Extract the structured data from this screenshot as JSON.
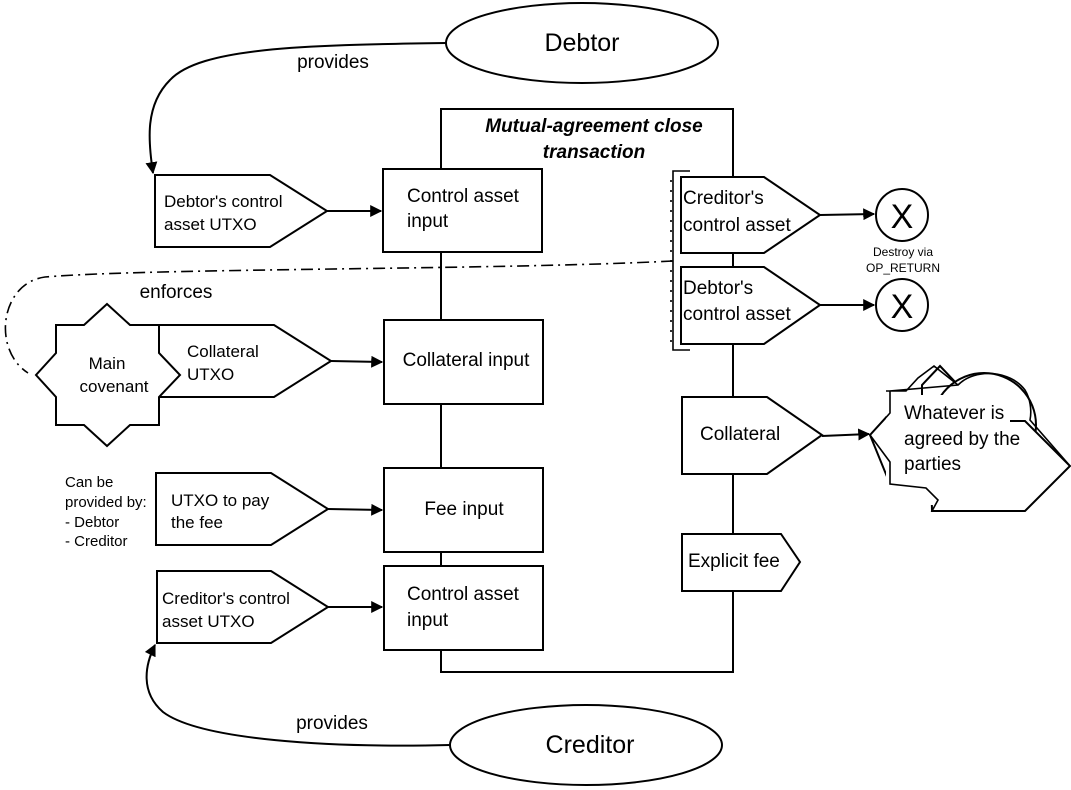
{
  "actors": {
    "debtor": "Debtor",
    "creditor": "Creditor",
    "debtor_edge_label": "provides",
    "creditor_edge_label": "provides"
  },
  "transaction": {
    "title_line1": "Mutual-agreement close",
    "title_line2": "transaction"
  },
  "sources": {
    "debtor_control_line1": "Debtor's control",
    "debtor_control_line2": "asset UTXO",
    "collateral_line1": "Collateral",
    "collateral_line2": "UTXO",
    "fee_line1": "UTXO to pay",
    "fee_line2": "the fee",
    "creditor_control_line1": "Creditor's control",
    "creditor_control_line2": "asset UTXO"
  },
  "covenant": {
    "line1": "Main",
    "line2": "covenant",
    "enforces_label": "enforces"
  },
  "fee_note": {
    "line1": "Can be",
    "line2": "provided by:",
    "line3": "- Debtor",
    "line4": "- Creditor"
  },
  "inputs": {
    "control1_line1": "Control asset",
    "control1_line2": "input",
    "collateral": "Collateral input",
    "fee": "Fee input",
    "control2_line1": "Control asset",
    "control2_line2": "input"
  },
  "outputs": {
    "creditor_control_line1": "Creditor's",
    "creditor_control_line2": "control asset",
    "debtor_control_line1": "Debtor's",
    "debtor_control_line2": "control asset",
    "collateral": "Collateral",
    "explicit_fee": "Explicit fee"
  },
  "destinations": {
    "destroy_symbol_1": "X",
    "destroy_symbol_2": "X",
    "destroy_note_line1": "Destroy via",
    "destroy_note_line2": "OP_RETURN",
    "agreed_line1": "Whatever is",
    "agreed_line2": "agreed by the",
    "agreed_line3": "parties"
  }
}
